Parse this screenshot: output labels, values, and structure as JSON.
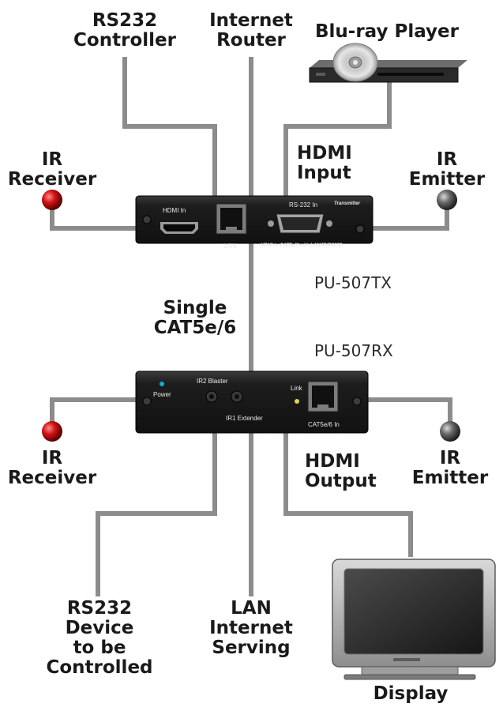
{
  "labels": {
    "rs232_controller": [
      "RS232",
      "Controller"
    ],
    "internet_router": [
      "Internet",
      "Router"
    ],
    "bluray_player": "Blu-ray Player",
    "ir_receiver_top": [
      "IR",
      "Receiver"
    ],
    "ir_emitter_top": [
      "IR",
      "Emitter"
    ],
    "hdmi_input": [
      "HDMI",
      "Input"
    ],
    "single_cat": [
      "Single",
      "CAT5e/6"
    ],
    "ir_receiver_bottom": [
      "IR",
      "Receiver"
    ],
    "ir_emitter_bottom": [
      "IR",
      "Emitter"
    ],
    "hdmi_output": [
      "HDMI",
      "Output"
    ],
    "rs232_device": [
      "RS232",
      "Device",
      "to be",
      "Controlled"
    ],
    "lan_internet": [
      "LAN",
      "Internet",
      "Serving"
    ],
    "display": "Display"
  },
  "models": {
    "tx": "PU-507TX",
    "rx": "PU-507RX"
  },
  "transmitter": {
    "hdmi_in": "HDMI In",
    "lan": "LAN",
    "rs232_in": "RS-232 In",
    "badge": "Transmitter",
    "caption": "HDMI to CAT5e/6 with LAN/IR/RS232"
  },
  "receiver": {
    "power": "Power",
    "ir2": "IR2 Blaster",
    "ir1": "IR1 Extender",
    "link": "Link",
    "cat_in": "CAT5e/6 In"
  },
  "colors": {
    "cable": "#8c8c8c",
    "device_body": "#1c1c1c",
    "ir_receiver": "#c41010",
    "ir_emitter": "#5a5a5a",
    "power_led": "#19a7d9",
    "link_led": "#e0d64a"
  }
}
